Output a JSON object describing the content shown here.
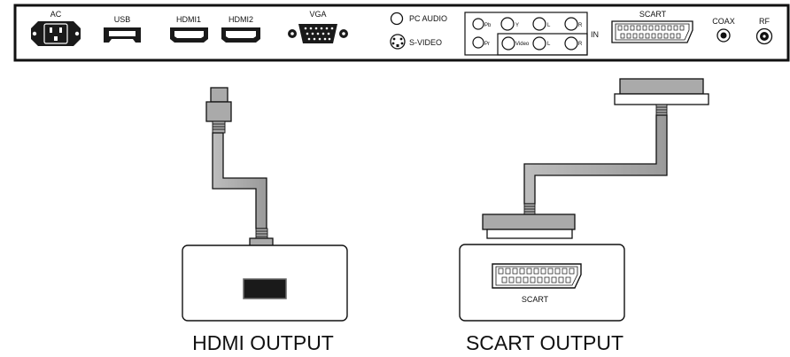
{
  "panel": {
    "ports": {
      "ac": "AC",
      "usb": "USB",
      "hdmi1": "HDMI1",
      "hdmi2": "HDMI2",
      "vga": "VGA",
      "pc_audio": "PC AUDIO",
      "s_video": "S-VIDEO",
      "pb": "Pb",
      "pr": "Pr",
      "y": "Y",
      "video": "Video",
      "l_top": "L",
      "l_bottom": "L",
      "r_top": "R",
      "r_bottom": "R",
      "in": "IN",
      "scart": "SCART",
      "coax": "COAX",
      "rf": "RF"
    }
  },
  "devices": {
    "hdmi_output": {
      "caption": "HDMI OUTPUT"
    },
    "scart_output": {
      "caption": "SCART OUTPUT",
      "port_label": "SCART"
    }
  },
  "colors": {
    "cable": "#a8a8a8",
    "connector": "#aaaaaa",
    "port_fill": "#1a1a1a",
    "outline": "#111111"
  }
}
